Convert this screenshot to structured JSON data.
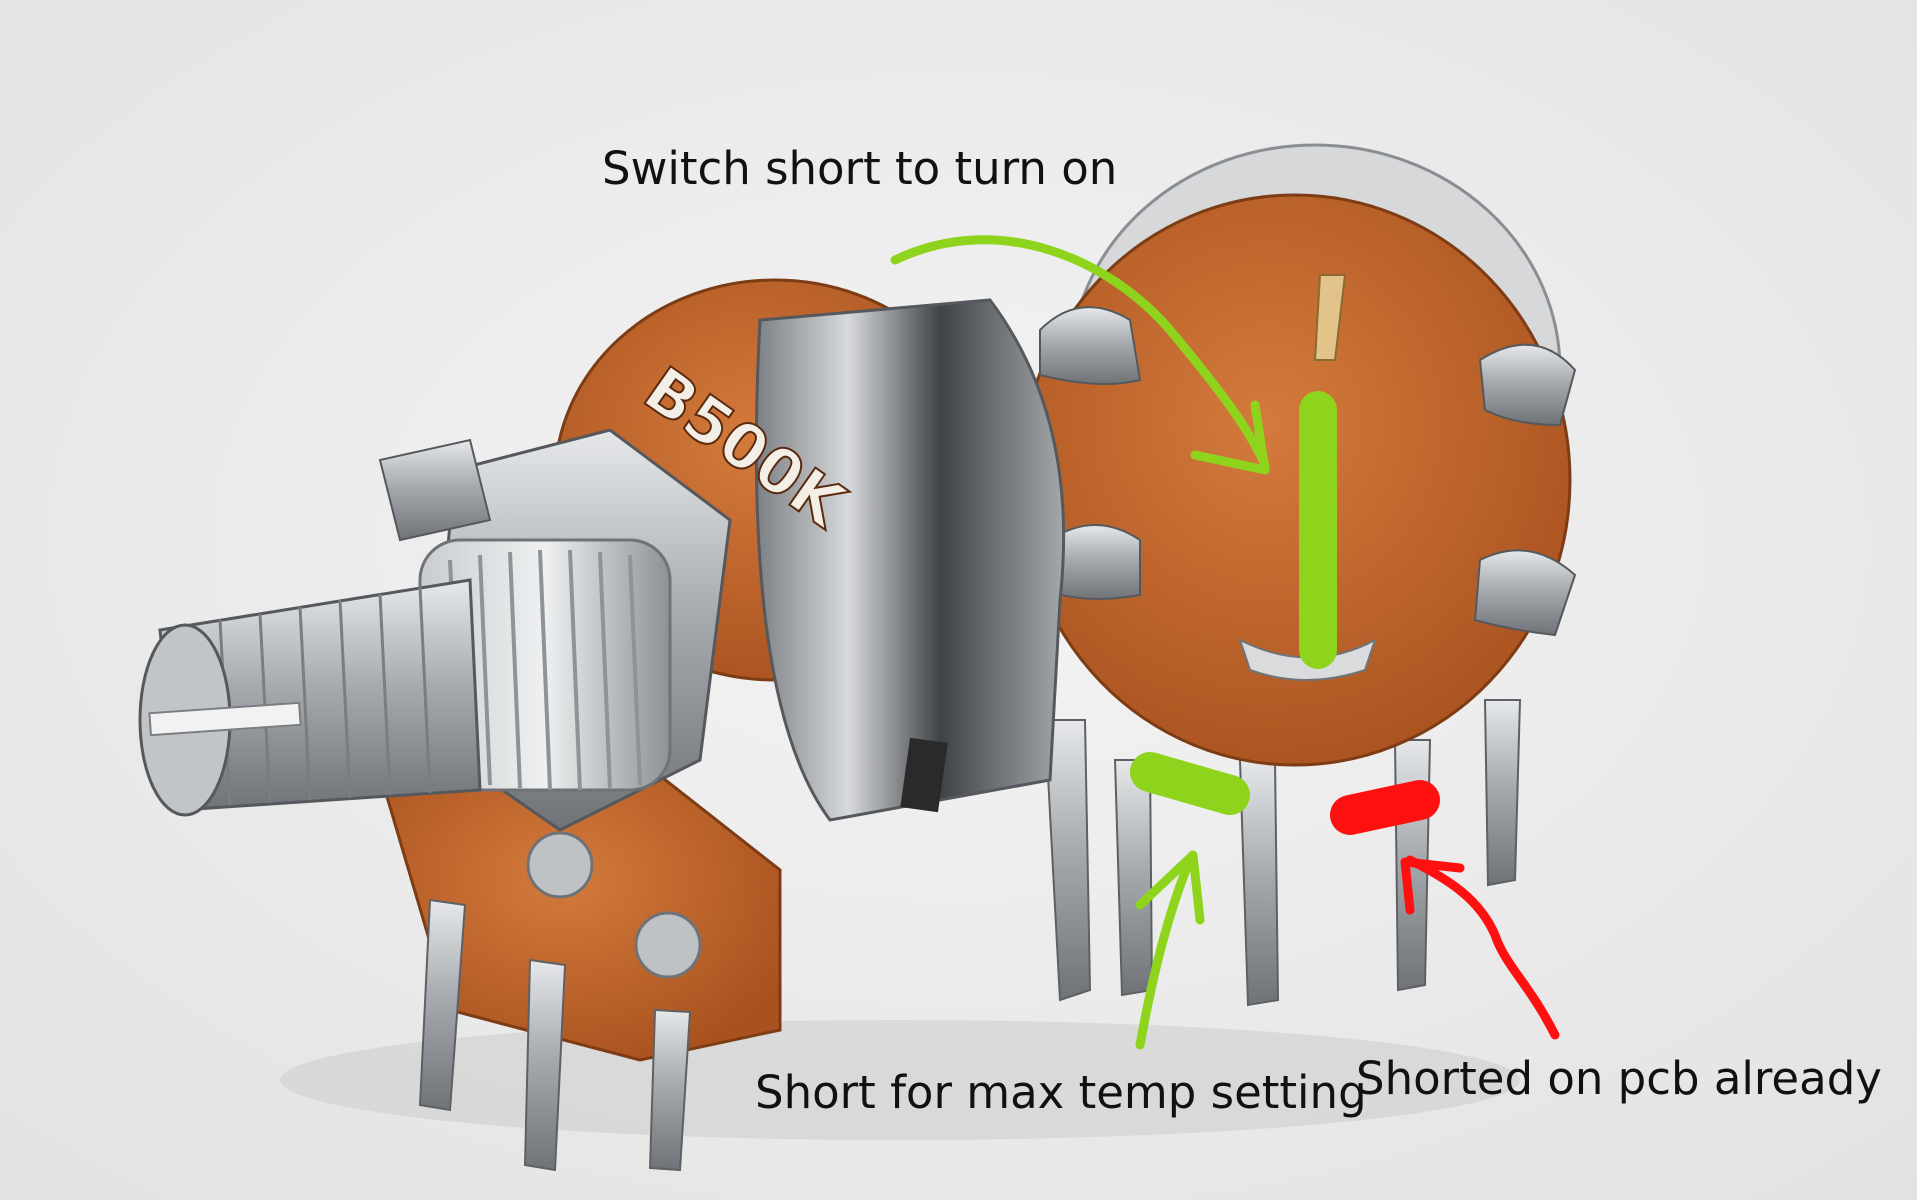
{
  "photo": {
    "subject": "dual potentiometer with switch",
    "marking": "B500K"
  },
  "annotations": {
    "switch_short": "Switch short to turn on",
    "max_temp_short": "Short for max temp setting",
    "pcb_shorted": "Shorted on pcb already"
  },
  "colors": {
    "background": "#eeeeee",
    "green_marker": "#8fd41c",
    "red_marker": "#ff1010",
    "brown_board": "#c8692e",
    "metal": "#b6b9bd"
  }
}
